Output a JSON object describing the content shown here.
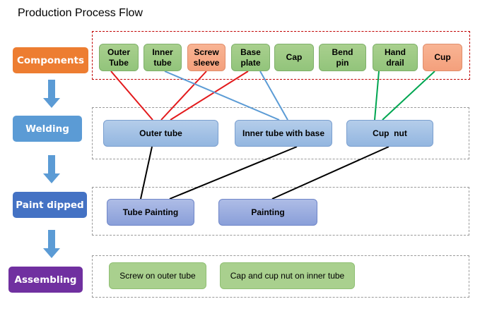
{
  "title": "Production Process Flow",
  "stages": [
    {
      "label": "Components",
      "color": "#ED7D31"
    },
    {
      "label": "Welding",
      "color": "#5B9BD5"
    },
    {
      "label": "Paint dipped",
      "color": "#4472C4"
    },
    {
      "label": "Assembling",
      "color": "#7030A0"
    }
  ],
  "components": [
    {
      "label": "Outer Tube",
      "line1": "Outer",
      "line2": "Tube",
      "color": "green"
    },
    {
      "label": "Inner tube",
      "line1": "Inner",
      "line2": "tube",
      "color": "green"
    },
    {
      "label": "Screw sleeve",
      "line1": "Screw",
      "line2": "sleeve",
      "color": "salmon"
    },
    {
      "label": "Base plate",
      "line1": "Base",
      "line2": "plate",
      "color": "green"
    },
    {
      "label": "Cap",
      "line1": "Cap",
      "line2": "",
      "color": "green"
    },
    {
      "label": "Bend pin",
      "line1": "Bend",
      "line2": "pin",
      "color": "green"
    },
    {
      "label": "Hand drail",
      "line1": "Hand",
      "line2": "drail",
      "color": "green"
    },
    {
      "label": "Cup",
      "line1": "Cup",
      "line2": "",
      "color": "salmon"
    }
  ],
  "welding": [
    "Outer tube",
    "Inner tube with base",
    "Cup  nut"
  ],
  "painting": [
    "Tube Painting",
    "Painting"
  ],
  "assembling": [
    "Screw on outer tube",
    "Cap and cup nut on inner tube"
  ],
  "connections": [
    {
      "from": "Outer Tube",
      "to": "Outer tube",
      "color": "#e31a1c"
    },
    {
      "from": "Screw sleeve",
      "to": "Outer tube",
      "color": "#e31a1c"
    },
    {
      "from": "Base plate",
      "to": "Outer tube",
      "color": "#e31a1c"
    },
    {
      "from": "Inner tube",
      "to": "Inner tube with base",
      "color": "#5b9bd5"
    },
    {
      "from": "Base plate",
      "to": "Inner tube with base",
      "color": "#5b9bd5"
    },
    {
      "from": "Hand drail",
      "to": "Cup  nut",
      "color": "#00a651"
    },
    {
      "from": "Cup",
      "to": "Cup  nut",
      "color": "#00a651"
    },
    {
      "from": "Outer tube",
      "to": "Tube Painting",
      "color": "#000000"
    },
    {
      "from": "Inner tube with base",
      "to": "Tube Painting",
      "color": "#000000"
    },
    {
      "from": "Cup  nut",
      "to": "Painting",
      "color": "#000000"
    }
  ]
}
